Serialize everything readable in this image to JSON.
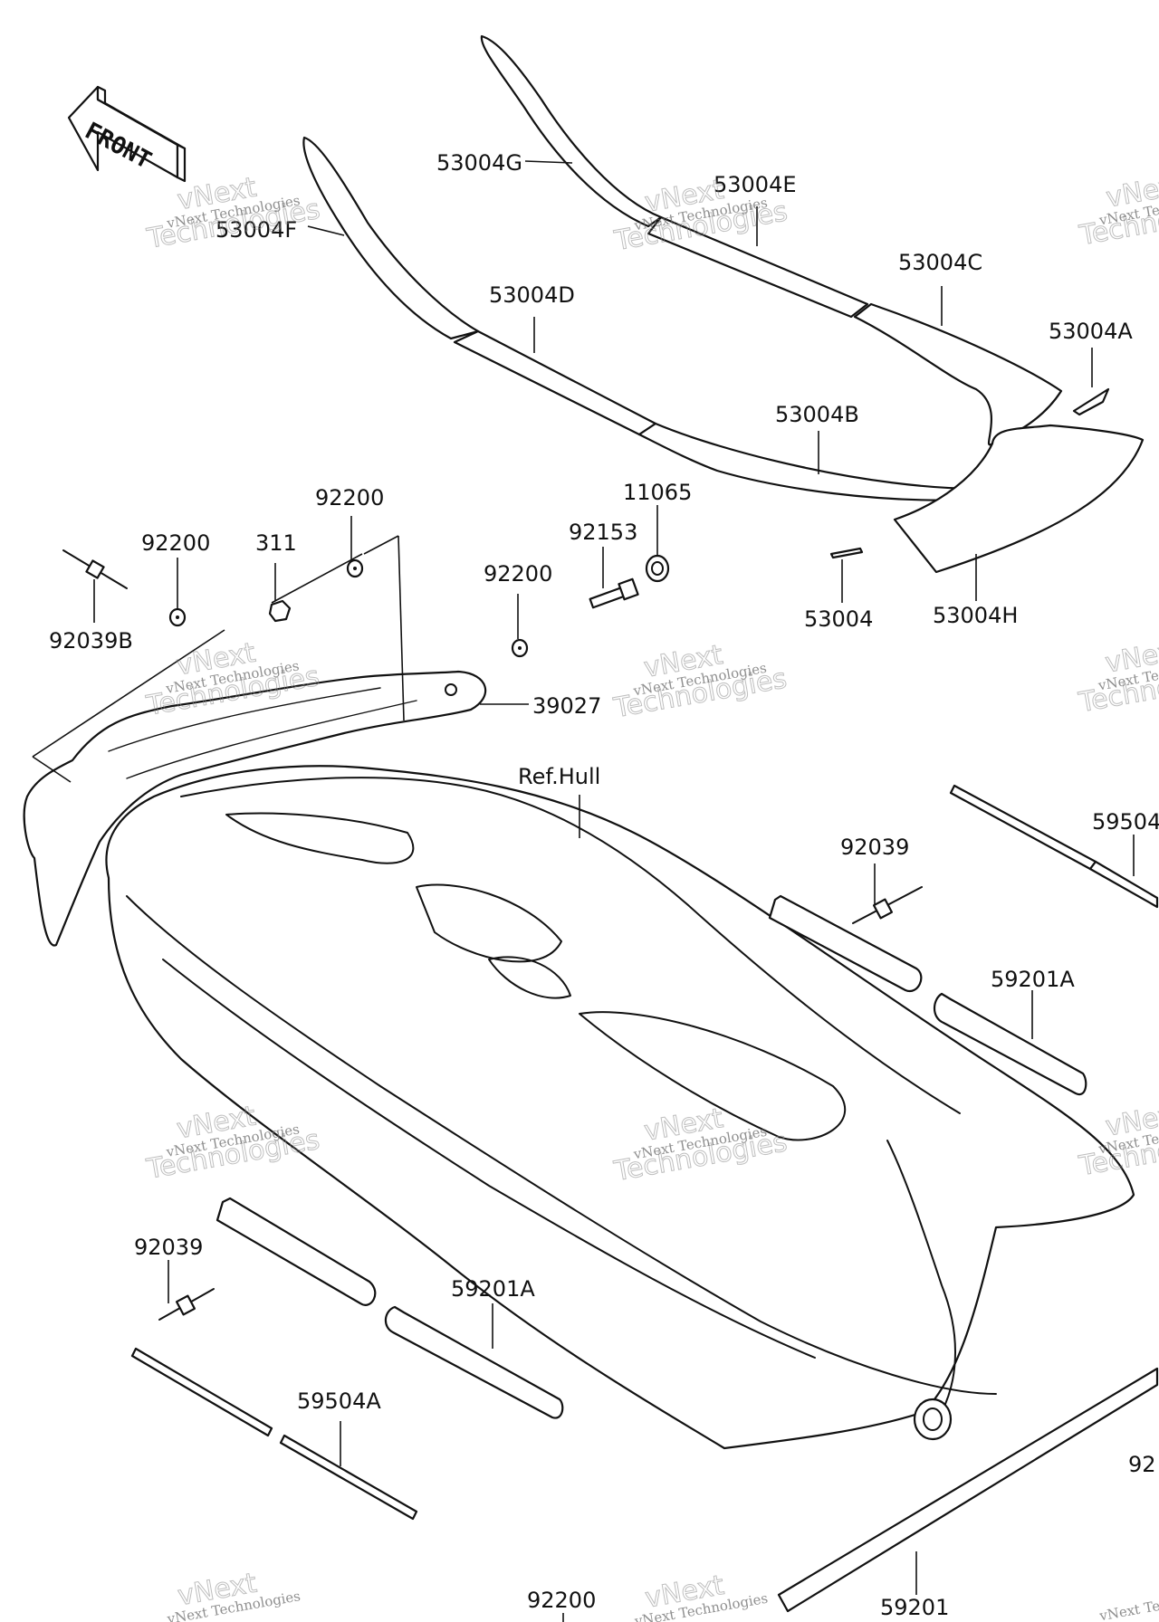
{
  "front_arrow": {
    "label": "FRONT"
  },
  "callouts": {
    "p53004G": "53004G",
    "p53004E": "53004E",
    "p53004F": "53004F",
    "p53004C": "53004C",
    "p53004D": "53004D",
    "p53004A": "53004A",
    "p53004B": "53004B",
    "p11065": "11065",
    "p92153": "92153",
    "p92200_a": "92200",
    "p311": "311",
    "p92200_b": "92200",
    "p92200_c": "92200",
    "p92039B": "92039B",
    "p53004": "53004",
    "p53004H": "53004H",
    "p39027": "39027",
    "p_ref_hull": "Ref.Hull",
    "p59504_top": "59504",
    "p92039_right": "92039",
    "p59201A_right": "59201A",
    "p92039_left": "92039",
    "p59201A_left": "59201A",
    "p59504A": "59504A",
    "p92_bottom_right": "92",
    "p92200_bottom": "92200",
    "p59201": "59201"
  },
  "watermark": {
    "small": "vNext Technologies",
    "big_line1": "vNext",
    "big_line2": "Technologies"
  }
}
